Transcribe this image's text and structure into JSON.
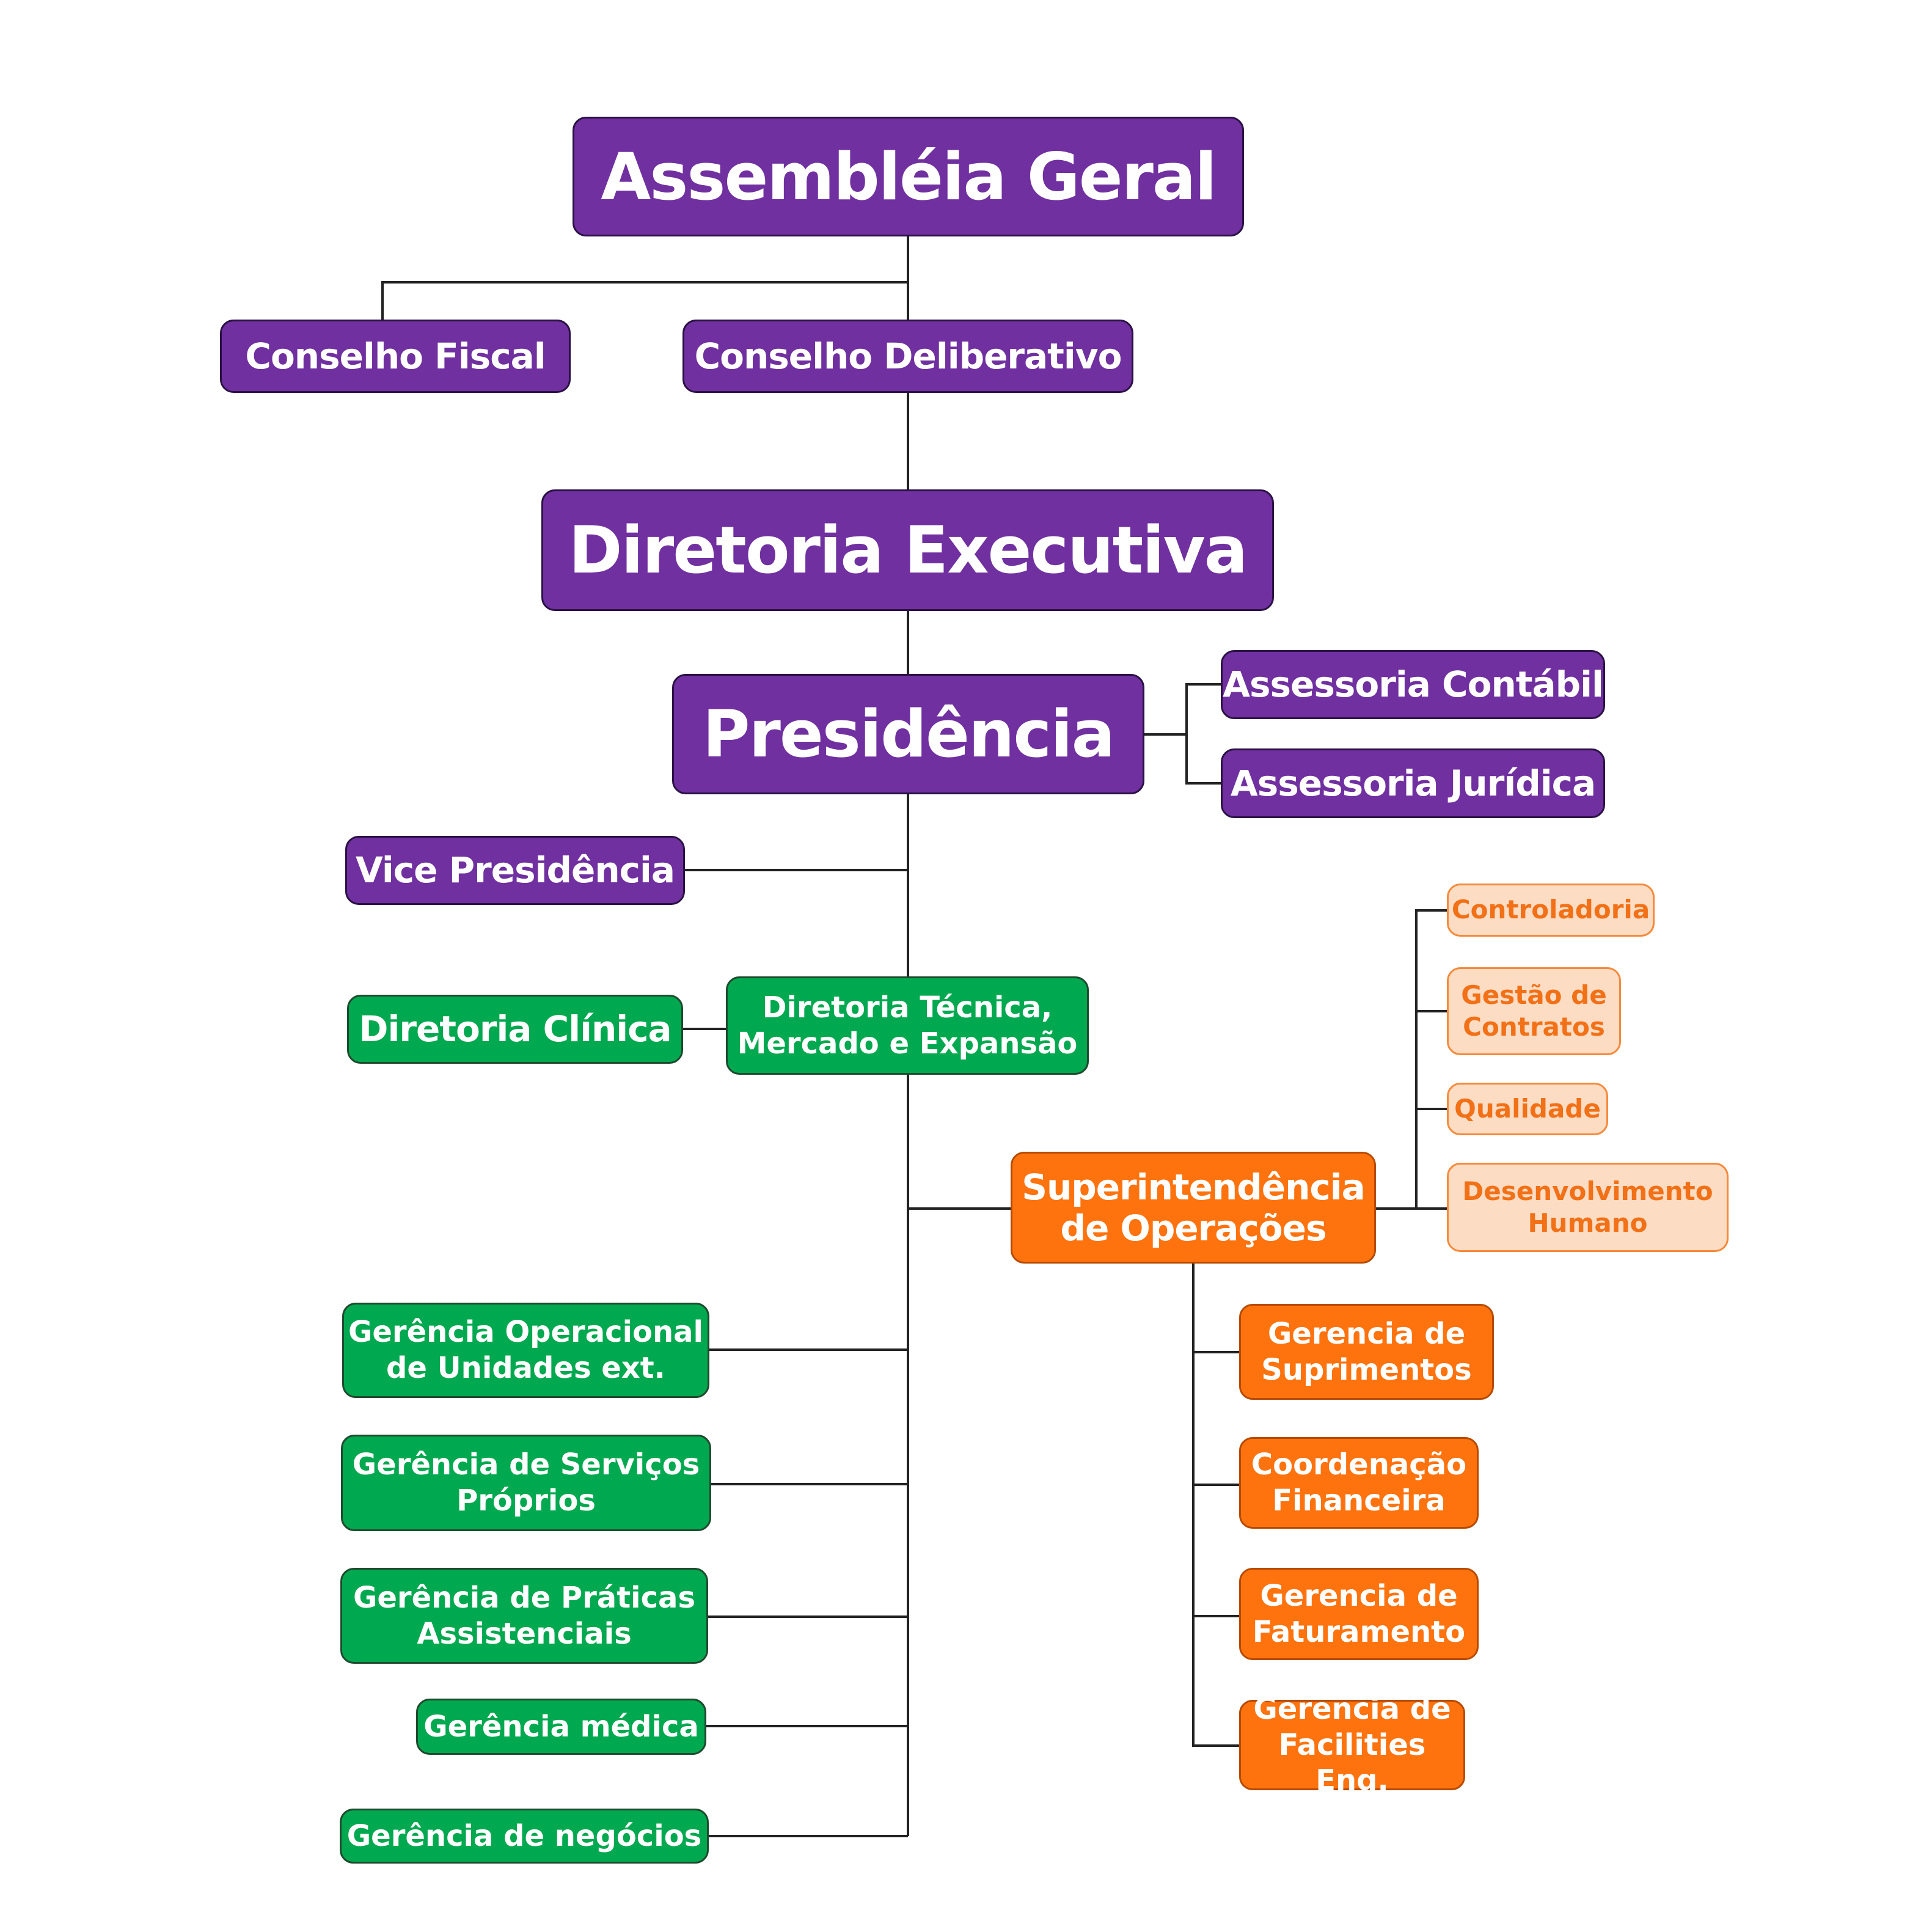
{
  "diagram": {
    "top": {
      "assembleia": "Assembléia Geral",
      "conselho_fiscal": "Conselho Fiscal",
      "conselho_deliberativo": "Conselho Deliberativo",
      "diretoria_executiva": "Diretoria Executiva",
      "presidencia": "Presidência",
      "assessoria_contabil": "Assessoria Contábil",
      "assessoria_juridica": "Assessoria Jurídica",
      "vice_presidencia": "Vice Presidência"
    },
    "tecnica": {
      "diretoria_clinica": "Diretoria Clínica",
      "diretoria_tecnica": "Diretoria Técnica,\nMercado e Expansão",
      "gerencias": [
        "Gerência Operacional\nde Unidades ext.",
        "Gerência de Serviços\nPróprios",
        "Gerência de Práticas\nAssistenciais",
        "Gerência médica",
        "Gerência de negócios"
      ]
    },
    "operacoes": {
      "superintendencia": "Superintendência\nde Operações",
      "apoio": [
        "Controladoria",
        "Gestão de\nContratos",
        "Qualidade",
        "Desenvolvimento\nHumano"
      ],
      "gerencias": [
        "Gerencia de\nSuprimentos",
        "Coordenação\nFinanceira",
        "Gerencia de\nFaturamento",
        "Gerencia de\nFacilities Eng."
      ]
    }
  }
}
